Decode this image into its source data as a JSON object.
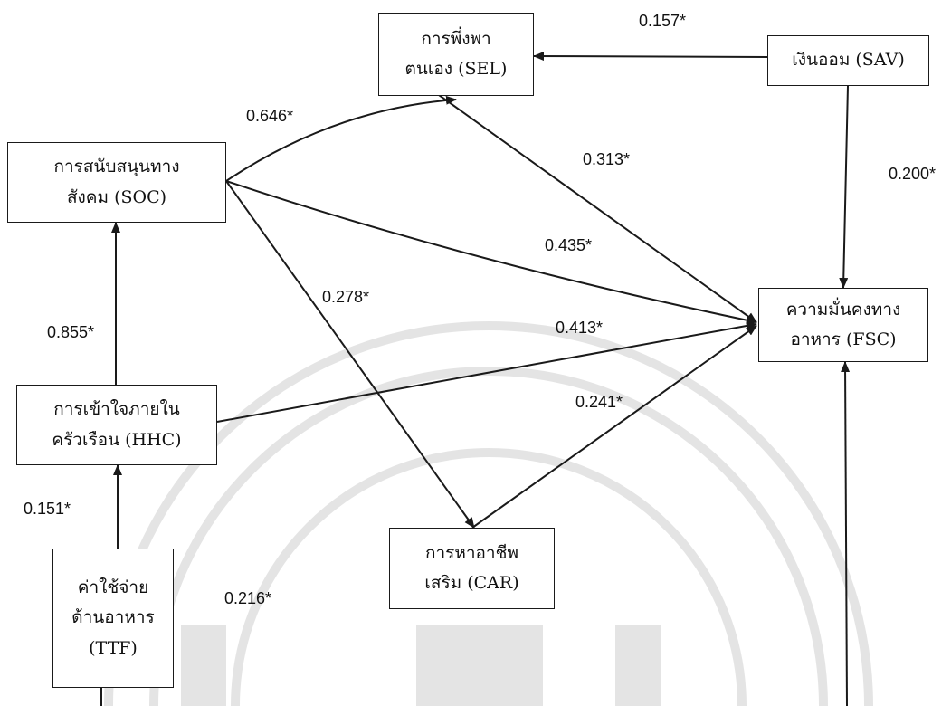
{
  "nodes": {
    "sel": [
      "การพึ่งพา",
      "ตนเอง (SEL)"
    ],
    "sav": [
      "เงินออม (SAV)"
    ],
    "soc": [
      "การสนับสนุนทาง",
      "สังคม (SOC)"
    ],
    "fsc": [
      "ความมั่นคงทาง",
      "อาหาร (FSC)"
    ],
    "hhc": [
      "การเข้าใจภายใน",
      "ครัวเรือน (HHC)"
    ],
    "car": [
      "การหาอาชีพ",
      "เสริม (CAR)"
    ],
    "ttf": [
      "ค่าใช้จ่าย",
      "ด้านอาหาร",
      "(TTF)"
    ]
  },
  "paths": [
    {
      "from": "SAV",
      "to": "SEL",
      "coefficient": "0.157*"
    },
    {
      "from": "SOC",
      "to": "SEL",
      "coefficient": "0.646*"
    },
    {
      "from": "SEL",
      "to": "FSC",
      "coefficient": "0.313*"
    },
    {
      "from": "SAV",
      "to": "FSC",
      "coefficient": "0.200*"
    },
    {
      "from": "SOC",
      "to": "FSC",
      "coefficient": "0.435*"
    },
    {
      "from": "SOC",
      "to": "CAR",
      "coefficient": "0.278*"
    },
    {
      "from": "HHC",
      "to": "SOC",
      "coefficient": "0.855*"
    },
    {
      "from": "HHC",
      "to": "FSC",
      "coefficient": "0.413*"
    },
    {
      "from": "CAR",
      "to": "FSC",
      "coefficient": "0.241*"
    },
    {
      "from": "TTF",
      "to": "HHC",
      "coefficient": "0.151*"
    },
    {
      "from": "TTF",
      "to": "FSC",
      "coefficient": "0.216*"
    }
  ]
}
